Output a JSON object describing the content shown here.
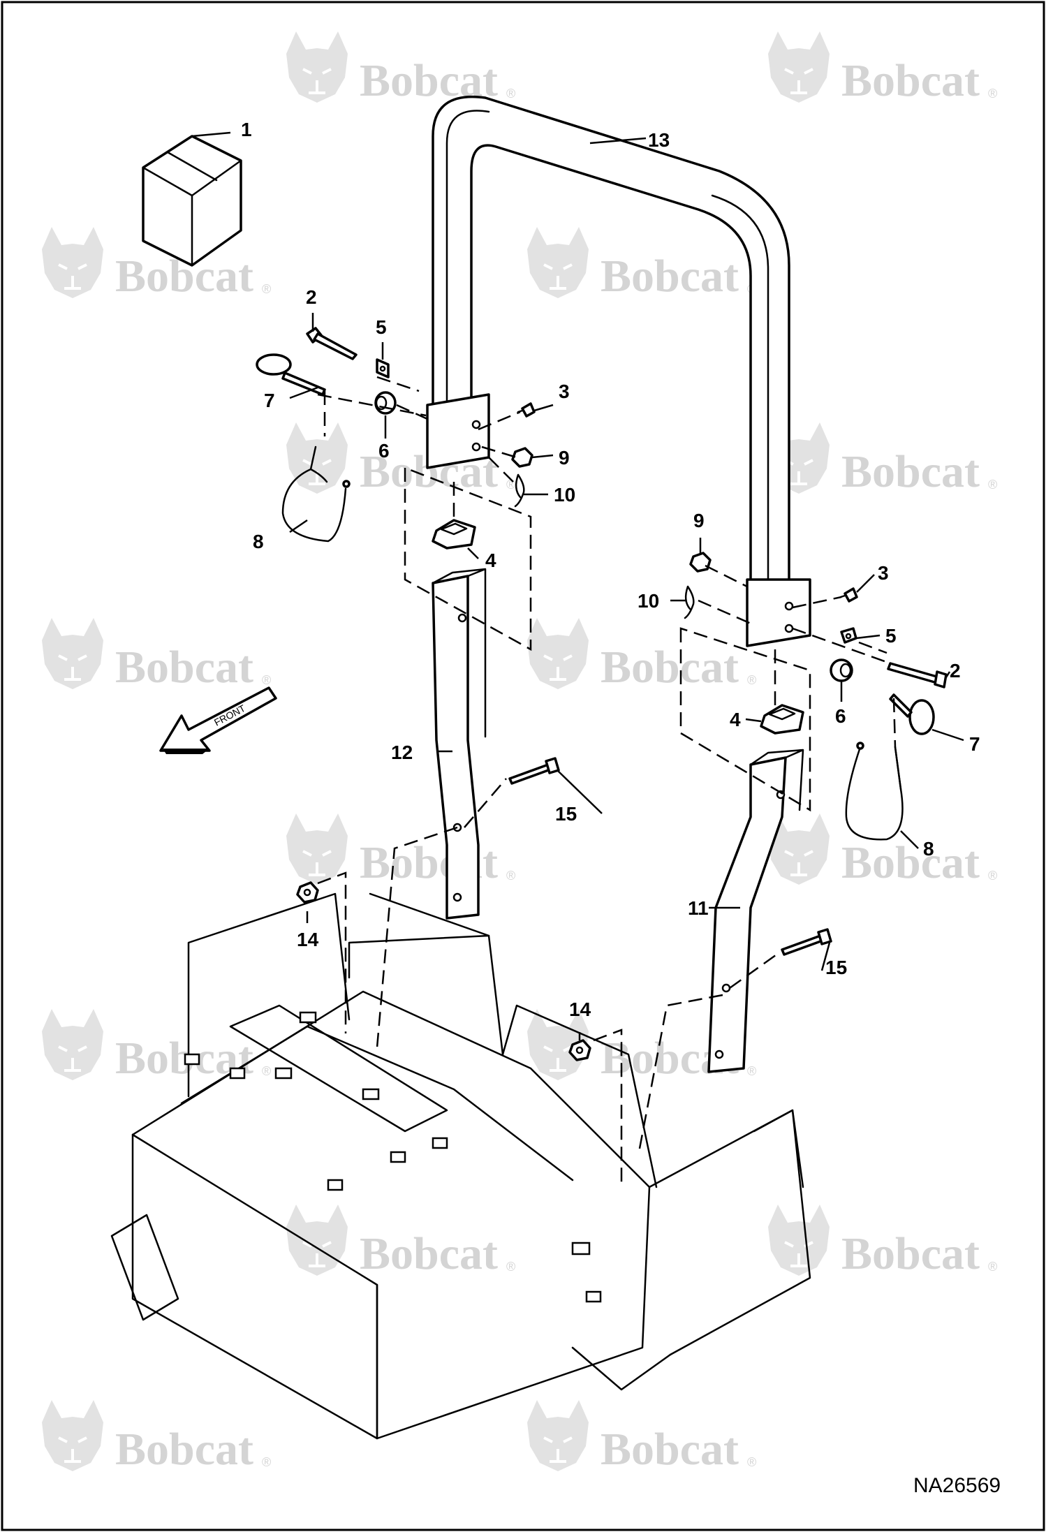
{
  "diagram": {
    "code": "NA26569",
    "front_arrow_label": "FRONT",
    "watermark": {
      "brand": "Bobcat",
      "registered_mark": "®"
    },
    "callouts": [
      {
        "id": "c1",
        "label": "1"
      },
      {
        "id": "c2a",
        "label": "2"
      },
      {
        "id": "c2b",
        "label": "2"
      },
      {
        "id": "c3a",
        "label": "3"
      },
      {
        "id": "c3b",
        "label": "3"
      },
      {
        "id": "c4a",
        "label": "4"
      },
      {
        "id": "c4b",
        "label": "4"
      },
      {
        "id": "c5a",
        "label": "5"
      },
      {
        "id": "c5b",
        "label": "5"
      },
      {
        "id": "c6a",
        "label": "6"
      },
      {
        "id": "c6b",
        "label": "6"
      },
      {
        "id": "c7a",
        "label": "7"
      },
      {
        "id": "c7b",
        "label": "7"
      },
      {
        "id": "c8a",
        "label": "8"
      },
      {
        "id": "c8b",
        "label": "8"
      },
      {
        "id": "c9a",
        "label": "9"
      },
      {
        "id": "c9b",
        "label": "9"
      },
      {
        "id": "c10a",
        "label": "10"
      },
      {
        "id": "c10b",
        "label": "10"
      },
      {
        "id": "c11",
        "label": "11"
      },
      {
        "id": "c12",
        "label": "12"
      },
      {
        "id": "c13",
        "label": "13"
      },
      {
        "id": "c14a",
        "label": "14"
      },
      {
        "id": "c14b",
        "label": "14"
      },
      {
        "id": "c15a",
        "label": "15"
      },
      {
        "id": "c15b",
        "label": "15"
      }
    ]
  },
  "colors": {
    "line": "#000000",
    "background": "#ffffff",
    "watermark": "#d4d4d4"
  }
}
